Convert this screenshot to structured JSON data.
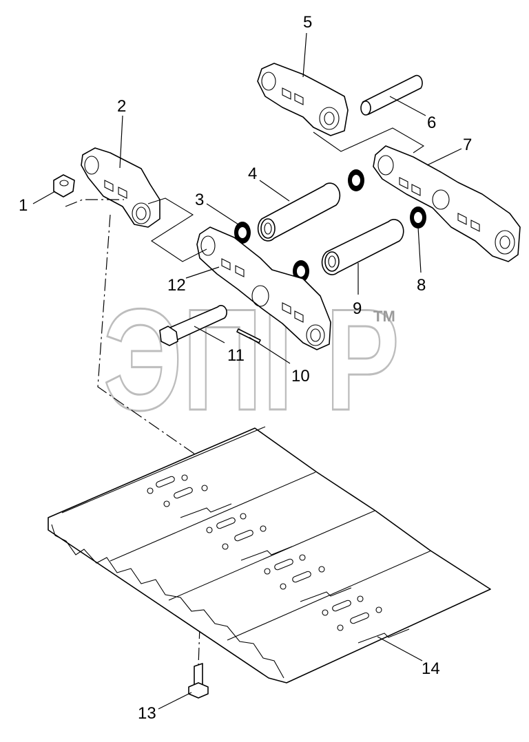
{
  "watermark": {
    "text": "ЭПГР",
    "tm": "TM"
  },
  "callouts": [
    {
      "id": "c1",
      "label": "1"
    },
    {
      "id": "c2",
      "label": "2"
    },
    {
      "id": "c3",
      "label": "3"
    },
    {
      "id": "c4",
      "label": "4"
    },
    {
      "id": "c5",
      "label": "5"
    },
    {
      "id": "c6",
      "label": "6"
    },
    {
      "id": "c7",
      "label": "7"
    },
    {
      "id": "c8",
      "label": "8"
    },
    {
      "id": "c9",
      "label": "9"
    },
    {
      "id": "c10",
      "label": "10"
    },
    {
      "id": "c11",
      "label": "11"
    },
    {
      "id": "c12",
      "label": "12"
    },
    {
      "id": "c13",
      "label": "13"
    },
    {
      "id": "c14",
      "label": "14"
    }
  ],
  "colors": {
    "line": "#000000",
    "watermark": "#bdbdbd",
    "background": "#ffffff"
  }
}
